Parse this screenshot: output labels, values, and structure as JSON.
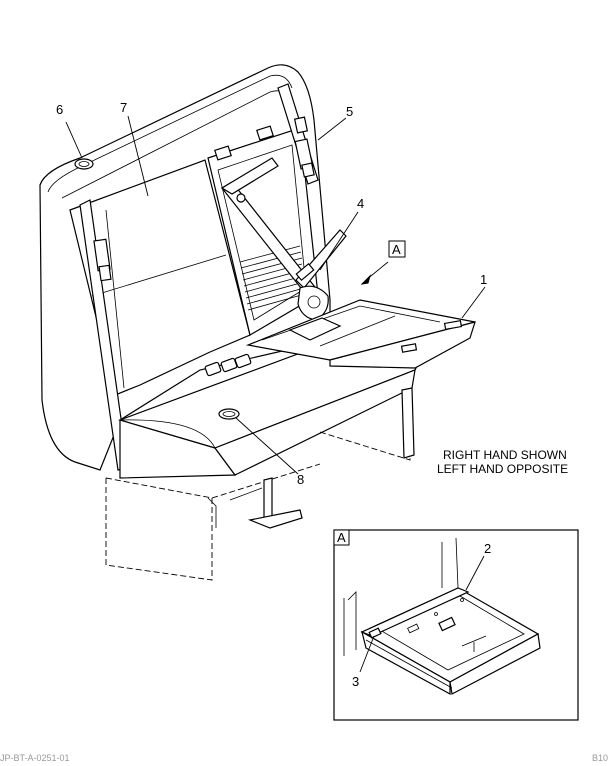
{
  "callouts": {
    "c1": "1",
    "c2": "2",
    "c3": "3",
    "c4": "4",
    "c5": "5",
    "c6": "6",
    "c7": "7",
    "c8": "8"
  },
  "view_label": "A",
  "detail_label": "A",
  "note": {
    "line1": "RIGHT HAND SHOWN",
    "line2": "LEFT HAND OPPOSITE"
  },
  "footer": {
    "left": "JP-BT-A-0251-01",
    "right": "B10"
  }
}
